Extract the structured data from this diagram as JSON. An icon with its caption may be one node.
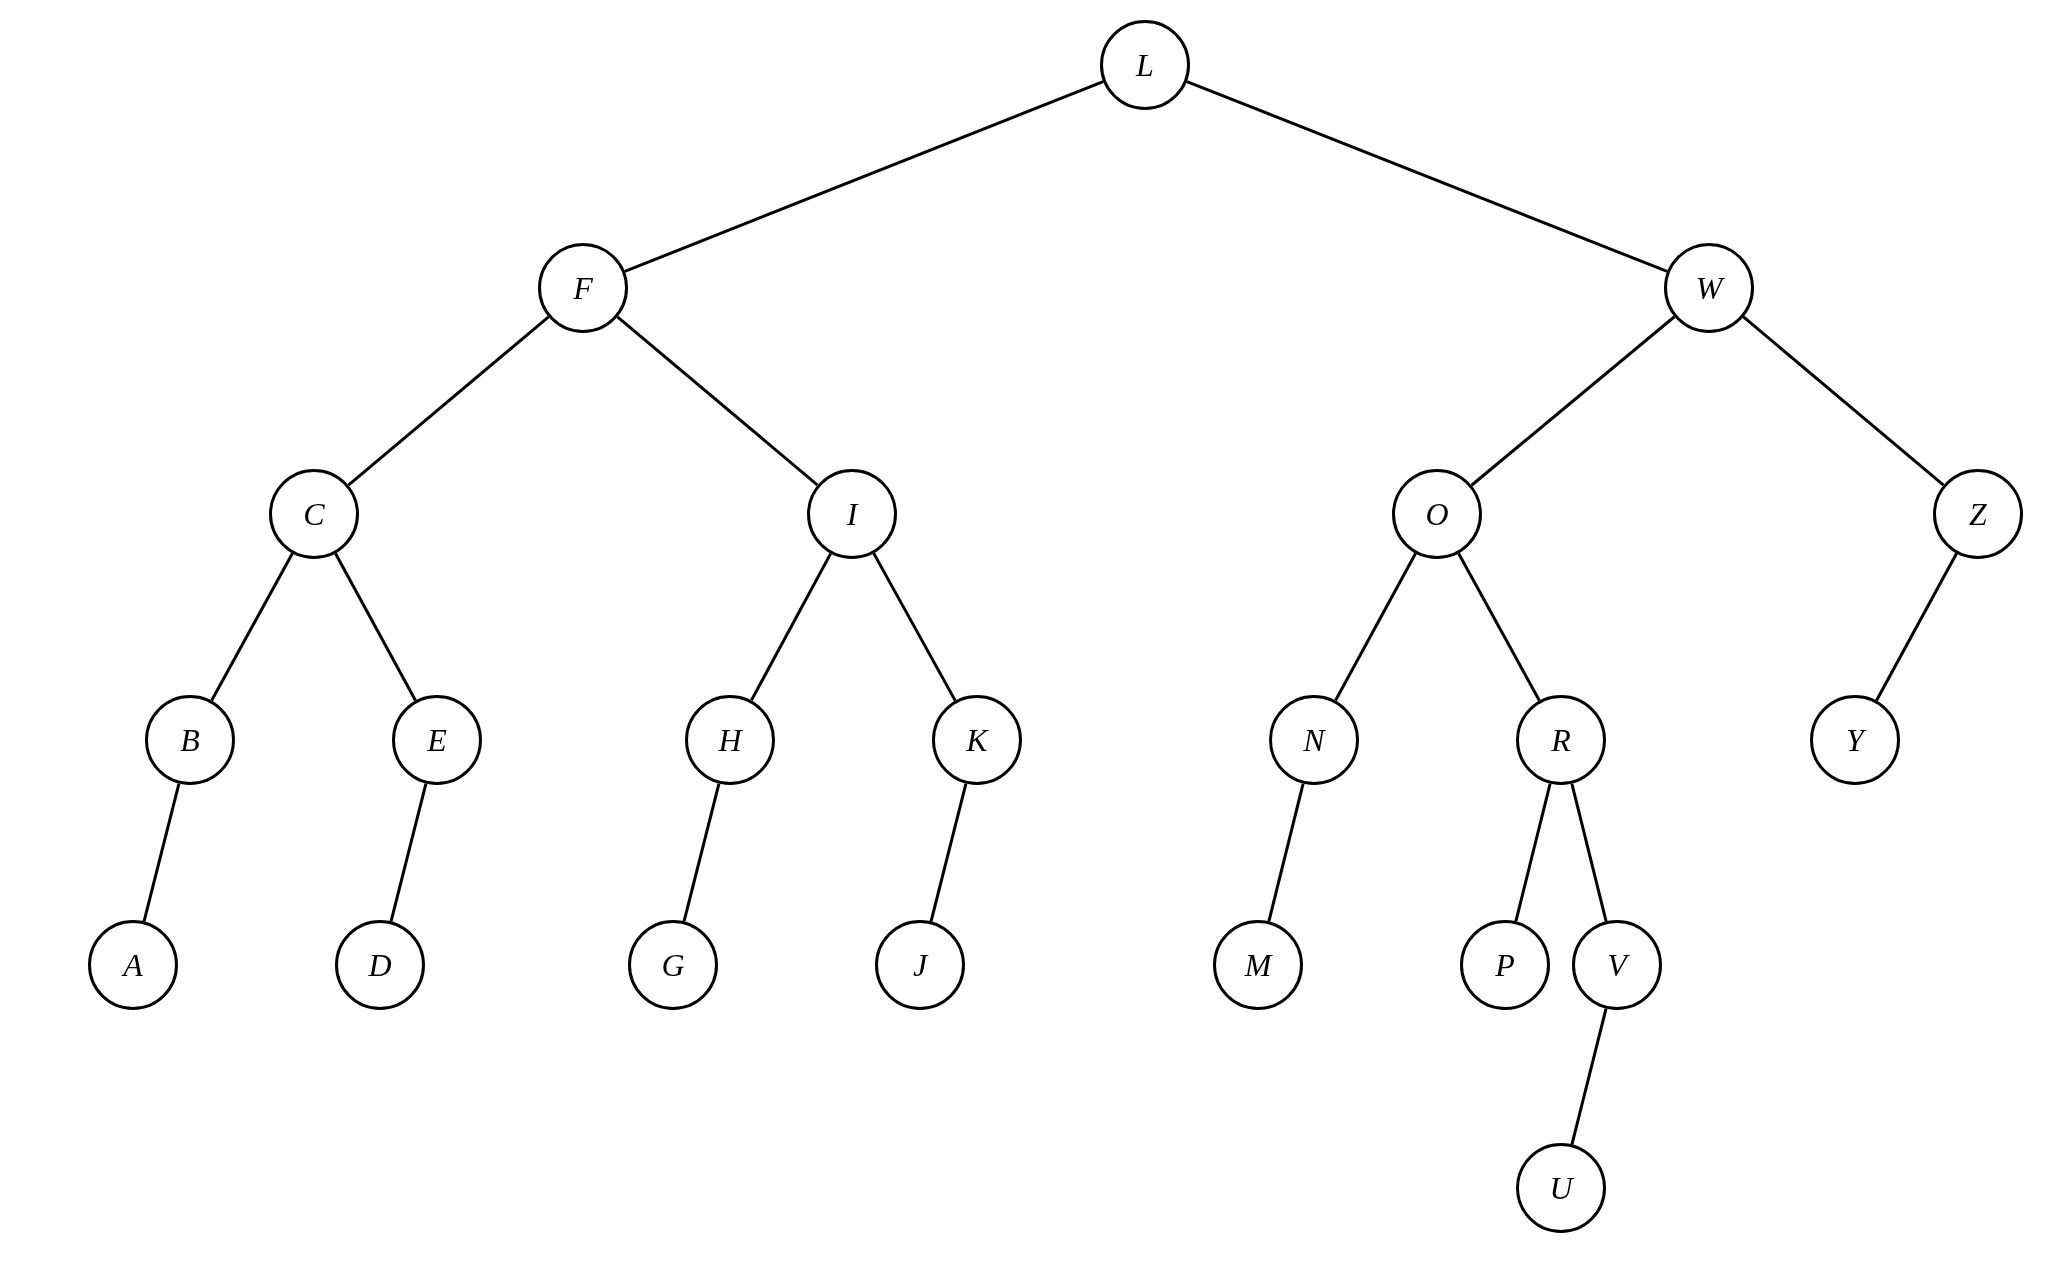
{
  "diagram": {
    "nodes": [
      {
        "text": [
          "L"
        ]
      },
      {
        "text": [
          "F"
        ]
      },
      {
        "text": [
          "W"
        ]
      },
      {
        "text": [
          "C"
        ]
      },
      {
        "text": [
          "I"
        ]
      },
      {
        "text": [
          "O"
        ]
      },
      {
        "text": [
          "Z"
        ]
      },
      {
        "text": [
          "B"
        ]
      },
      {
        "text": [
          "E"
        ]
      },
      {
        "text": [
          "H"
        ]
      },
      {
        "text": [
          "K"
        ]
      },
      {
        "text": [
          "N"
        ]
      },
      {
        "text": [
          "R"
        ]
      },
      {
        "text": [
          "Y"
        ]
      },
      {
        "text": [
          "A"
        ]
      },
      {
        "text": [
          "D"
        ]
      },
      {
        "text": [
          "G"
        ]
      },
      {
        "text": [
          "J"
        ]
      },
      {
        "text": [
          "M"
        ]
      },
      {
        "text": [
          "P"
        ]
      },
      {
        "text": [
          "V"
        ]
      },
      {
        "text": [
          "U"
        ]
      }
    ],
    "edges": [
      {
        "from": 0,
        "to": 1,
        "arrow": "none"
      },
      {
        "from": 0,
        "to": 2,
        "arrow": "none"
      },
      {
        "from": 1,
        "to": 3,
        "arrow": "none"
      },
      {
        "from": 1,
        "to": 4,
        "arrow": "none"
      },
      {
        "from": 2,
        "to": 5,
        "arrow": "none"
      },
      {
        "from": 2,
        "to": 6,
        "arrow": "none"
      },
      {
        "from": 3,
        "to": 7,
        "arrow": "none"
      },
      {
        "from": 3,
        "to": 8,
        "arrow": "none"
      },
      {
        "from": 4,
        "to": 9,
        "arrow": "none"
      },
      {
        "from": 4,
        "to": 10,
        "arrow": "none"
      },
      {
        "from": 5,
        "to": 11,
        "arrow": "none"
      },
      {
        "from": 5,
        "to": 12,
        "arrow": "none"
      },
      {
        "from": 6,
        "to": 13,
        "arrow": "none"
      },
      {
        "from": 7,
        "to": 14,
        "arrow": "none"
      },
      {
        "from": 8,
        "to": 15,
        "arrow": "none"
      },
      {
        "from": 9,
        "to": 16,
        "arrow": "none"
      },
      {
        "from": 10,
        "to": 17,
        "arrow": "none"
      },
      {
        "from": 11,
        "to": 18,
        "arrow": "none"
      },
      {
        "from": 12,
        "to": 19,
        "arrow": "none"
      },
      {
        "from": 12,
        "to": 20,
        "arrow": "none"
      },
      {
        "from": 20,
        "to": 21,
        "arrow": "none"
      }
    ]
  }
}
